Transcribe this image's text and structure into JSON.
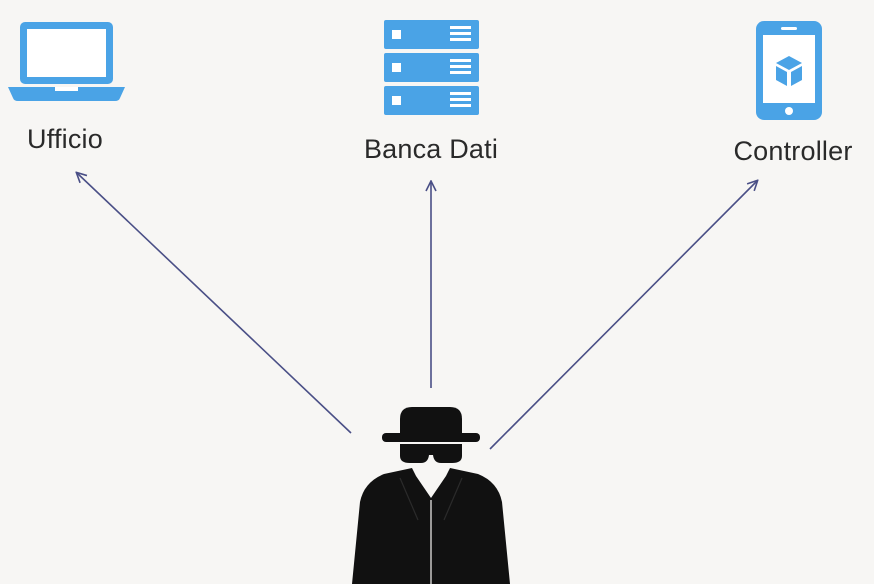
{
  "nodes": {
    "office": {
      "label": "Ufficio",
      "icon": "laptop-icon"
    },
    "database": {
      "label": "Banca Dati",
      "icon": "server-icon"
    },
    "controller": {
      "label": "Controller",
      "icon": "smartphone-icon"
    },
    "attacker": {
      "icon": "hacker-icon"
    }
  },
  "colors": {
    "icon_blue": "#4aa3e6",
    "arrow": "#4a4f86",
    "attacker": "#111111",
    "text": "#2a2a2a"
  }
}
